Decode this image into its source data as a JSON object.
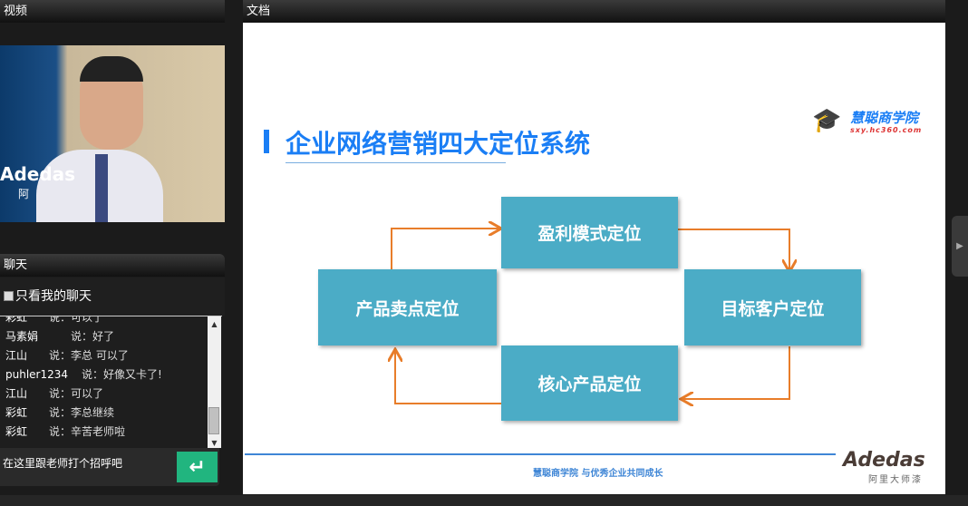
{
  "video_panel": {
    "title": "视频",
    "logo_text": "Adedas",
    "logo_sub": "阿"
  },
  "doc_panel": {
    "title": "文档"
  },
  "chat": {
    "title": "聊天",
    "only_mine_label": "只看我的聊天",
    "only_mine_checked": false,
    "messages": [
      {
        "user": "彩虹",
        "say": "说：",
        "text": "可以了"
      },
      {
        "user": "马素娟",
        "say": "说：",
        "text": "好了"
      },
      {
        "user": "江山",
        "say": "说：",
        "text": "李总  可以了"
      },
      {
        "user": "puhler1234",
        "say": "说：",
        "text": "好像又卡了!"
      },
      {
        "user": "江山",
        "say": "说：",
        "text": "可以了"
      },
      {
        "user": "彩虹",
        "say": "说：",
        "text": "李总继续"
      },
      {
        "user": "彩虹",
        "say": "说：",
        "text": "辛苦老师啦"
      }
    ],
    "input_placeholder": "在这里跟老师打个招呼吧",
    "send_icon": "enter-icon",
    "send_color": "#21b57f"
  },
  "slide": {
    "title": "企业网络营销四大定位系统",
    "brand": {
      "name": "慧聪商学院",
      "url": "sxy.hc360.com"
    },
    "boxes": {
      "top": "盈利模式定位",
      "right": "目标客户定位",
      "bottom": "核心产品定位",
      "left": "产品卖点定位"
    },
    "footer": "慧聪商学院 与优秀企业共同成长",
    "footer_logo": {
      "name": "Adedas",
      "sub": "阿里大师漆"
    },
    "colors": {
      "title": "#1a7ef5",
      "box": "#4bacc6",
      "arrow": "#e87d2a"
    }
  }
}
